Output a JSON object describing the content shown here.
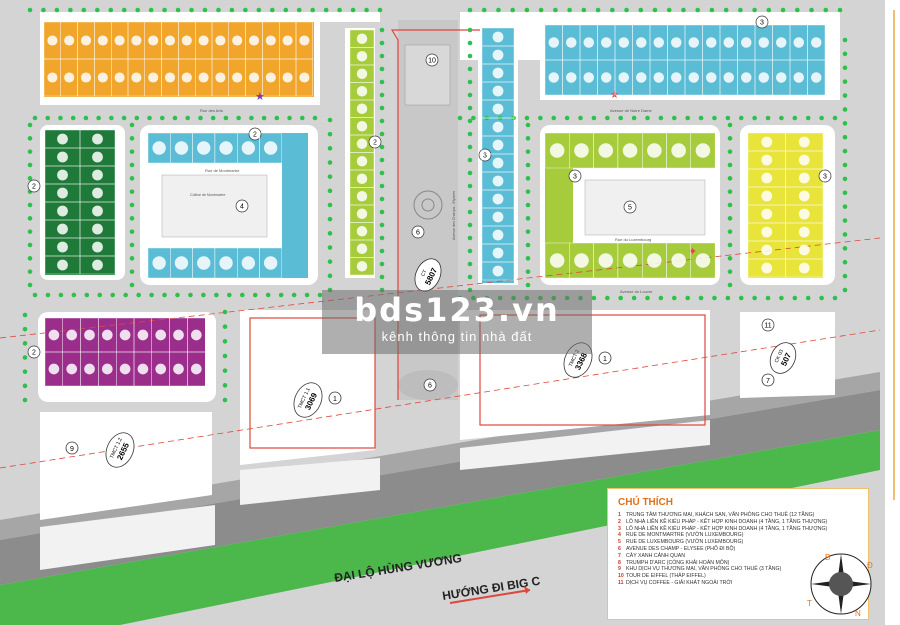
{
  "colors": {
    "orange": "#f2a52b",
    "blue": "#5bbcd6",
    "green": "#1f7a3a",
    "lime": "#a6cc3c",
    "yellow": "#e8e43a",
    "purple": "#9b2d8b",
    "tree": "#2ec04a",
    "road": "#e8e8e8",
    "boundary": "#e0463c",
    "highway": "#8a8a8a"
  },
  "watermark": {
    "main": "bds123.vn",
    "sub": "kênh thông tin nhà đất"
  },
  "streets": {
    "rue_des_arts": "Rue des Arts",
    "notre_dame": "Avenue de Notre Dame",
    "montmartre": "Rue de Montmartre",
    "colline": "Colline de Montmartre",
    "luxembourg": "Rue du Luxembourg",
    "louvre": "Avenue du Louvre",
    "champs_elysees": "Avenue des Champs - Elysees",
    "highway": "ĐẠI LỘ HÙNG VƯƠNG",
    "direction": "HƯỚNG ĐI BIG C"
  },
  "lots": {
    "a": {
      "code": "TMCT 1.1",
      "area": "3069",
      "num": "1"
    },
    "b": {
      "code": "TMCT 1.2",
      "area": "2655",
      "num": "9"
    },
    "c": {
      "code": "TMCT 2",
      "area": "3368",
      "num": "1"
    },
    "d": {
      "code": "CK 03",
      "area": "507",
      "num": "7"
    },
    "e": {
      "code": "CT",
      "area": "5807"
    }
  },
  "legend": {
    "title": "CHÚ THÍCH",
    "items": [
      {
        "n": "1",
        "text": "TRUNG TÂM THƯƠNG MẠI, KHÁCH SẠN, VĂN PHÒNG CHO THUÊ (12 TẦNG)"
      },
      {
        "n": "2",
        "text": "LÔ NHÀ LIỀN KỀ KIỂU PHÁP - KẾT HỢP KINH DOANH (4 TẦNG, 1 TẦNG THƯỢNG)"
      },
      {
        "n": "3",
        "text": "LÔ NHÀ LIỀN KỀ KIỂU PHÁP - KẾT HỢP KINH DOANH (4 TẦNG, 1 TẦNG THƯỢNG)"
      },
      {
        "n": "4",
        "text": "RUE DE MONTMARTRE (VƯỜN LUXEMBOURG)"
      },
      {
        "n": "5",
        "text": "RUE DE LUXEMBOURG (VƯỜN LUXEMBOURG)"
      },
      {
        "n": "6",
        "text": "AVENUE DES CHAMP - ELYSEE (PHỐ ĐI BỘ)"
      },
      {
        "n": "7",
        "text": "CÂY XANH CẢNH QUAN"
      },
      {
        "n": "8",
        "text": "TRUMPH D'ARC (CỔNG KHẢI HOÀN MÔN)"
      },
      {
        "n": "9",
        "text": "KHU DỊCH VỤ THƯƠNG MẠI, VĂN PHÒNG CHO THUÊ (3 TẦNG)"
      },
      {
        "n": "10",
        "text": "TOUR DE EIFFEL (THÁP EIFFEL)"
      },
      {
        "n": "11",
        "text": "DỊCH VỤ COFFEE - GIẢI KHÁT NGOÀI TRỜI"
      }
    ]
  },
  "compass": {
    "n": "B",
    "s": "N",
    "e": "Đ",
    "w": "T"
  }
}
